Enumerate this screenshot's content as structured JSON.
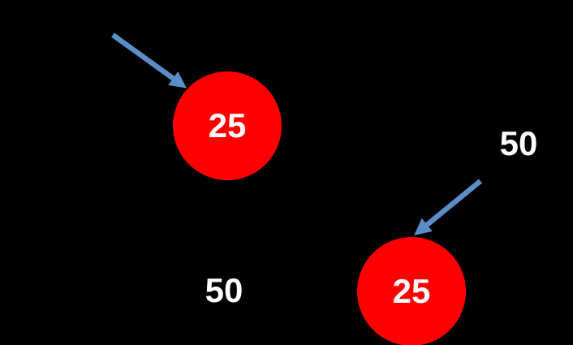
{
  "diagram": {
    "background": "#000000",
    "nodes": [
      {
        "id": "circle-top",
        "value": "25",
        "fill": "#FF0000",
        "text_color": "#FFFFFF"
      },
      {
        "id": "circle-bottom",
        "value": "25",
        "fill": "#FF0000",
        "text_color": "#FFFFFF"
      }
    ],
    "labels": [
      {
        "id": "label-top-right",
        "text": "50",
        "color": "#FFFFFF"
      },
      {
        "id": "label-bottom-left",
        "text": "50",
        "color": "#FFFFFF"
      }
    ],
    "arrows": [
      {
        "id": "arrow-to-top-circle",
        "color": "#5B8DC9"
      },
      {
        "id": "arrow-to-bottom-circle",
        "color": "#5B8DC9"
      }
    ]
  }
}
